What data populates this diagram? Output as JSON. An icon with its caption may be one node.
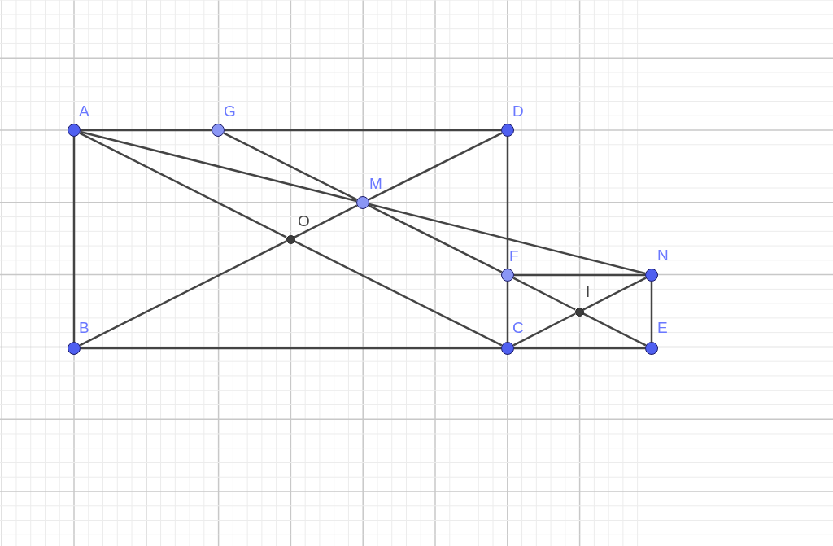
{
  "diagram": {
    "nodes": [
      {
        "text": [],
        "shape": "circle",
        "beside": [
          "A"
        ]
      },
      {
        "text": [],
        "shape": "circle",
        "beside": [
          "G"
        ]
      },
      {
        "text": [],
        "shape": "circle",
        "beside": [
          "D"
        ]
      },
      {
        "text": [],
        "shape": "circle",
        "beside": [
          "M"
        ]
      },
      {
        "text": [],
        "shape": "circle",
        "beside": [
          "O"
        ]
      },
      {
        "text": [],
        "shape": "circle",
        "beside": [
          "F"
        ]
      },
      {
        "text": [],
        "shape": "circle",
        "beside": [
          "N"
        ]
      },
      {
        "text": [],
        "shape": "circle",
        "beside": [
          "I"
        ]
      },
      {
        "text": [],
        "shape": "circle",
        "beside": [
          "B"
        ]
      },
      {
        "text": [],
        "shape": "circle",
        "beside": [
          "C"
        ]
      },
      {
        "text": [],
        "shape": "circle",
        "beside": [
          "E"
        ]
      }
    ],
    "edges": [
      {
        "from": 0,
        "to": 1,
        "arrow": "none"
      },
      {
        "from": 1,
        "to": 2,
        "arrow": "none"
      },
      {
        "from": 0,
        "to": 8,
        "arrow": "none"
      },
      {
        "from": 8,
        "to": 9,
        "arrow": "none"
      },
      {
        "from": 9,
        "to": 10,
        "arrow": "none"
      },
      {
        "from": 2,
        "to": 5,
        "arrow": "none"
      },
      {
        "from": 5,
        "to": 9,
        "arrow": "none"
      },
      {
        "from": 5,
        "to": 6,
        "arrow": "none"
      },
      {
        "from": 6,
        "to": 10,
        "arrow": "none"
      },
      {
        "from": 0,
        "to": 4,
        "arrow": "none"
      },
      {
        "from": 4,
        "to": 9,
        "arrow": "none"
      },
      {
        "from": 8,
        "to": 4,
        "arrow": "none"
      },
      {
        "from": 4,
        "to": 3,
        "arrow": "none"
      },
      {
        "from": 3,
        "to": 2,
        "arrow": "none"
      },
      {
        "from": 1,
        "to": 3,
        "arrow": "none"
      },
      {
        "from": 3,
        "to": 5,
        "arrow": "none"
      },
      {
        "from": 5,
        "to": 7,
        "arrow": "none"
      },
      {
        "from": 7,
        "to": 10,
        "arrow": "none"
      },
      {
        "from": 9,
        "to": 7,
        "arrow": "none"
      },
      {
        "from": 7,
        "to": 6,
        "arrow": "none"
      },
      {
        "from": 0,
        "to": 3,
        "arrow": "none"
      },
      {
        "from": 3,
        "to": 6,
        "arrow": "none"
      }
    ]
  }
}
